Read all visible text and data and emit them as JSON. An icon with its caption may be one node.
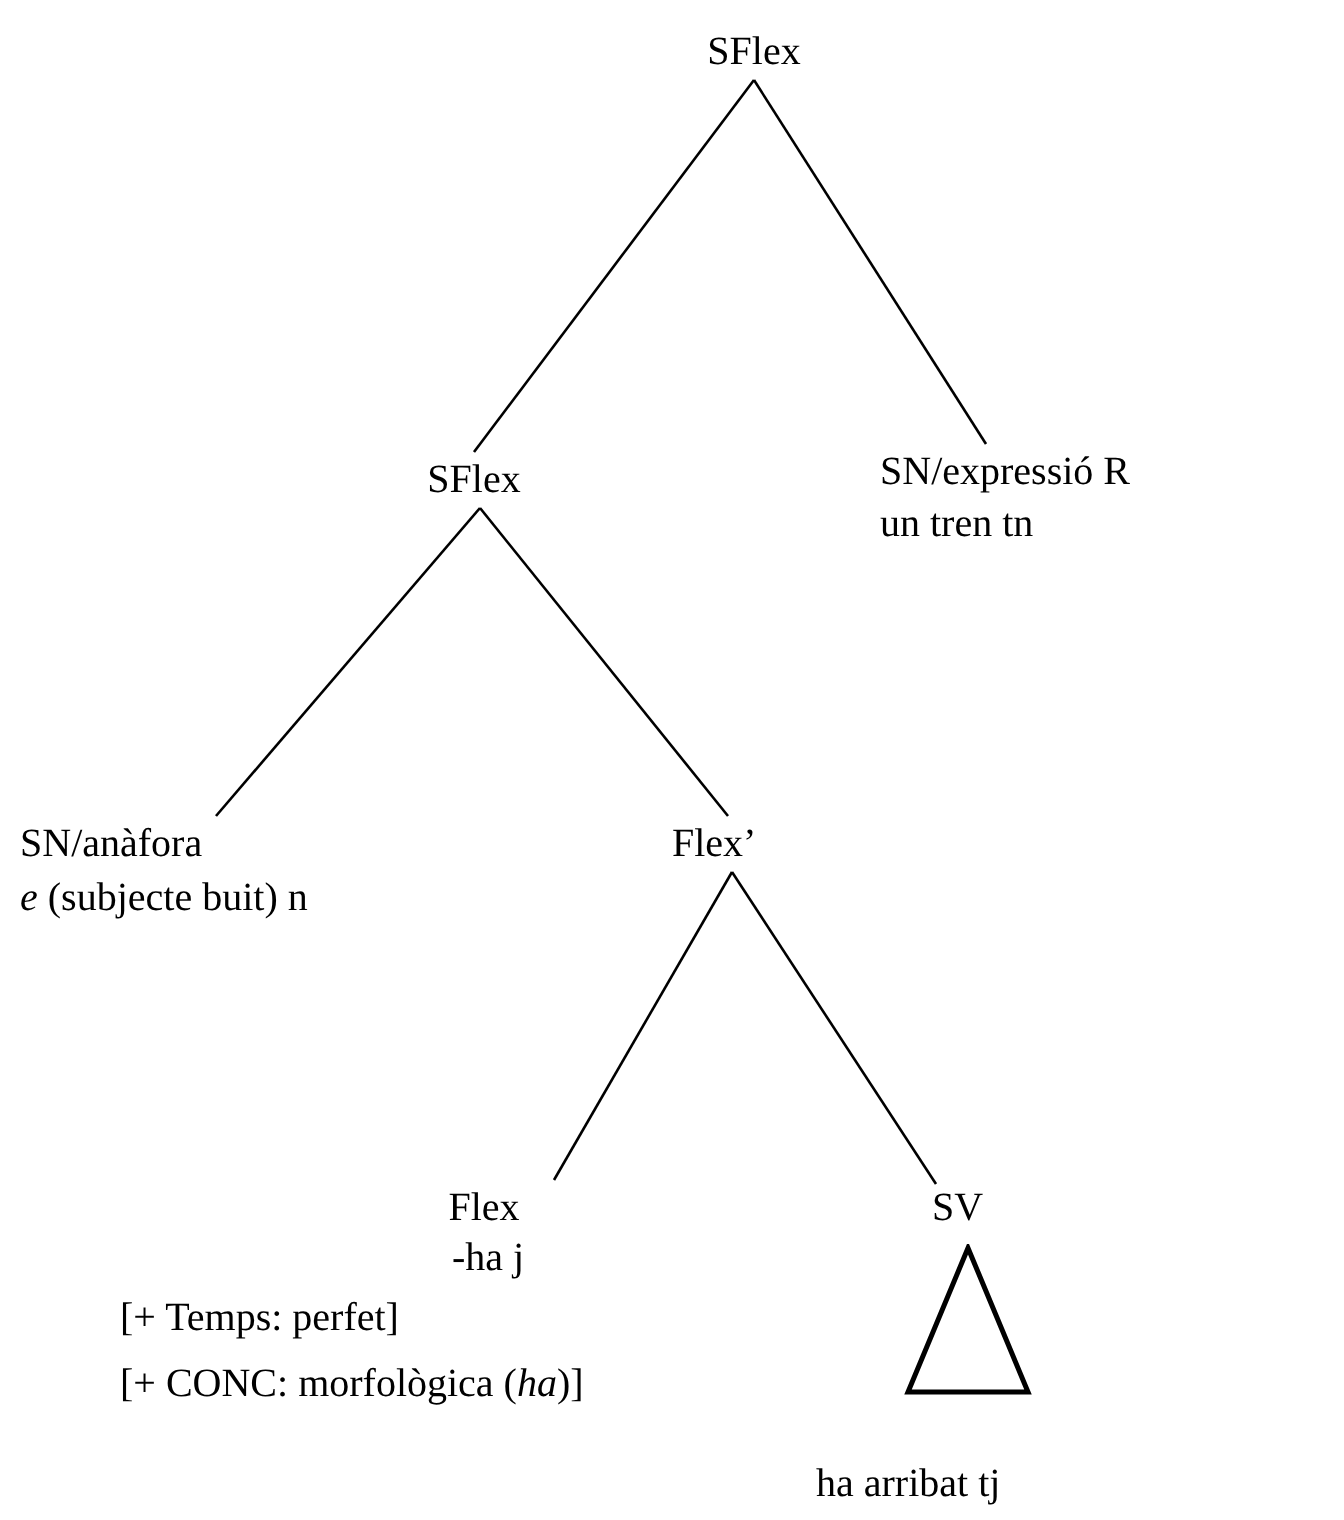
{
  "diagram": {
    "nodes": [
      {
        "text": [
          "SFlex"
        ]
      },
      {
        "text": [
          "SFlex"
        ]
      },
      {
        "text": [
          "SN/expressió R",
          "un tren tn"
        ]
      },
      {
        "text": [
          "SN/anàfora",
          "*e* (subjecte buit) n"
        ]
      },
      {
        "text": [
          "Flex’"
        ]
      },
      {
        "text": [
          "Flex",
          "-ha j",
          "[+ Temps: perfet]",
          "[+ CONC: morfològica (*ha*)]"
        ]
      },
      {
        "text": [
          "SV"
        ]
      },
      {
        "text": [],
        "shape": "triangle",
        "beside": [
          "ha arribat tj"
        ]
      }
    ],
    "edges": [
      {
        "from": 0,
        "to": 1,
        "arrow": "none"
      },
      {
        "from": 0,
        "to": 2,
        "arrow": "none"
      },
      {
        "from": 1,
        "to": 3,
        "arrow": "none"
      },
      {
        "from": 1,
        "to": 4,
        "arrow": "none"
      },
      {
        "from": 4,
        "to": 5,
        "arrow": "none"
      },
      {
        "from": 4,
        "to": 6,
        "arrow": "none"
      }
    ]
  }
}
